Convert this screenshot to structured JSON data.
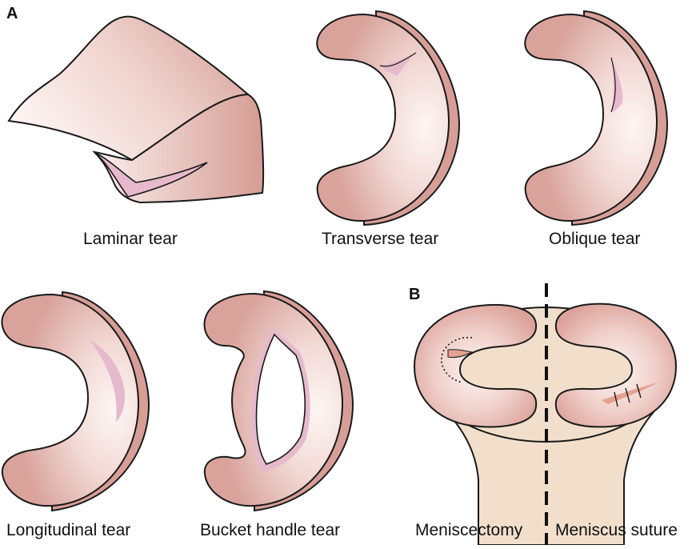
{
  "panels": {
    "a": {
      "letter": "A"
    },
    "b": {
      "letter": "B"
    }
  },
  "captions": {
    "laminar": "Laminar tear",
    "transverse": "Transverse tear",
    "oblique": "Oblique tear",
    "longitudinal": "Longitudinal tear",
    "bucket_handle": "Bucket handle tear",
    "meniscectomy": "Meniscectomy",
    "meniscus_suture": "Meniscus suture"
  },
  "colors": {
    "outline": "#1a1a1a",
    "meniscus_light": "#fbf1ef",
    "meniscus_mid": "#e9c2bd",
    "meniscus_dark": "#d79e97",
    "rim": "#cf8f87",
    "tear": "#e6b9cc",
    "bone": "#f1dfcc",
    "suture_tear": "#e4a18f"
  }
}
